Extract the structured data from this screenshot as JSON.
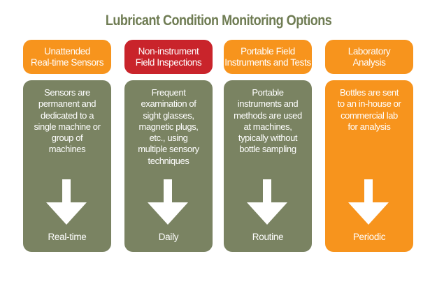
{
  "title": "Lubricant Condition Monitoring Options",
  "colors": {
    "title": "#6f7c53",
    "orange": "#f7941d",
    "red": "#c9242b",
    "green": "#7a8362",
    "arrow": "#ffffff"
  },
  "columns": [
    {
      "header": "Unattended\nReal-time Sensors",
      "header_color": "orange",
      "description": "Sensors are\npermanent and\ndedicated to a\nsingle machine or\ngroup of\nmachines",
      "body_color": "green",
      "arrow_icon": "down-arrow-icon",
      "frequency": "Real-time"
    },
    {
      "header": "Non-instrument\nField Inspections",
      "header_color": "red",
      "description": "Frequent\nexamination of\nsight glasses,\nmagnetic plugs,\netc., using\nmultiple sensory\ntechniques",
      "body_color": "green",
      "arrow_icon": "down-arrow-icon",
      "frequency": "Daily"
    },
    {
      "header": "Portable Field\nInstruments and Tests",
      "header_color": "orange",
      "description": "Portable\ninstruments and\nmethods are used\nat machines,\ntypically without\nbottle sampling",
      "body_color": "green",
      "arrow_icon": "down-arrow-icon",
      "frequency": "Routine"
    },
    {
      "header": "Laboratory\nAnalysis",
      "header_color": "orange",
      "description": "Bottles are sent\nto an in-house or\ncommercial lab\nfor analysis",
      "body_color": "orange",
      "arrow_icon": "down-arrow-icon",
      "frequency": "Periodic"
    }
  ]
}
